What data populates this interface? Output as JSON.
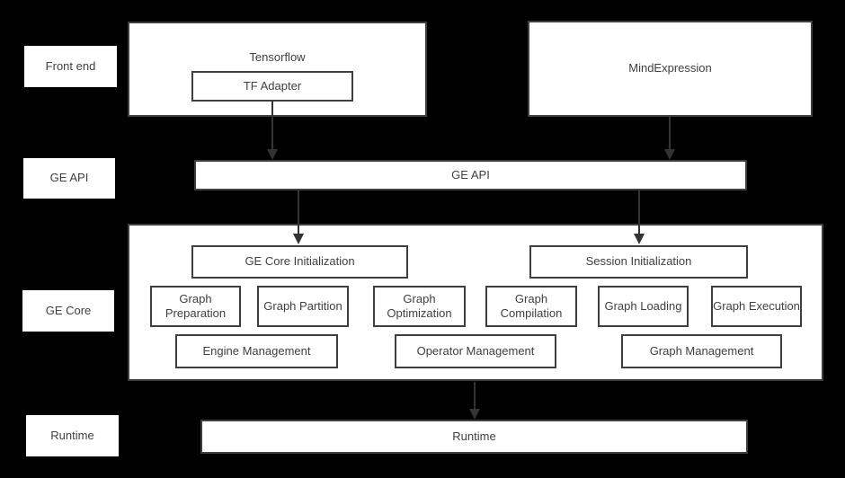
{
  "layers": [
    {
      "label": "Front end"
    },
    {
      "label": "GE API"
    },
    {
      "label": "GE Core"
    },
    {
      "label": "Runtime"
    }
  ],
  "front_end": {
    "tensorflow_label": "Tensorflow",
    "tf_adapter_label": "TF Adapter",
    "mindexpression_label": "MindExpression"
  },
  "ge_api": {
    "label": "GE API"
  },
  "ge_core": {
    "init_boxes": [
      {
        "label": "GE Core Initialization"
      },
      {
        "label": "Session Initialization"
      }
    ],
    "modules": [
      {
        "label": "Graph Preparation"
      },
      {
        "label": "Graph Partition"
      },
      {
        "label": "Graph Optimization"
      },
      {
        "label": "Graph Compilation"
      },
      {
        "label": "Graph Loading"
      },
      {
        "label": "Graph Execution"
      }
    ],
    "management": [
      {
        "label": "Engine Management"
      },
      {
        "label": "Operator Management"
      },
      {
        "label": "Graph Management"
      }
    ]
  },
  "runtime": {
    "label": "Runtime"
  },
  "colors": {
    "background": "#000000",
    "box_fill": "#ffffff",
    "box_border": "#3f3f3f",
    "text": "#404040",
    "arrow": "#333333"
  }
}
